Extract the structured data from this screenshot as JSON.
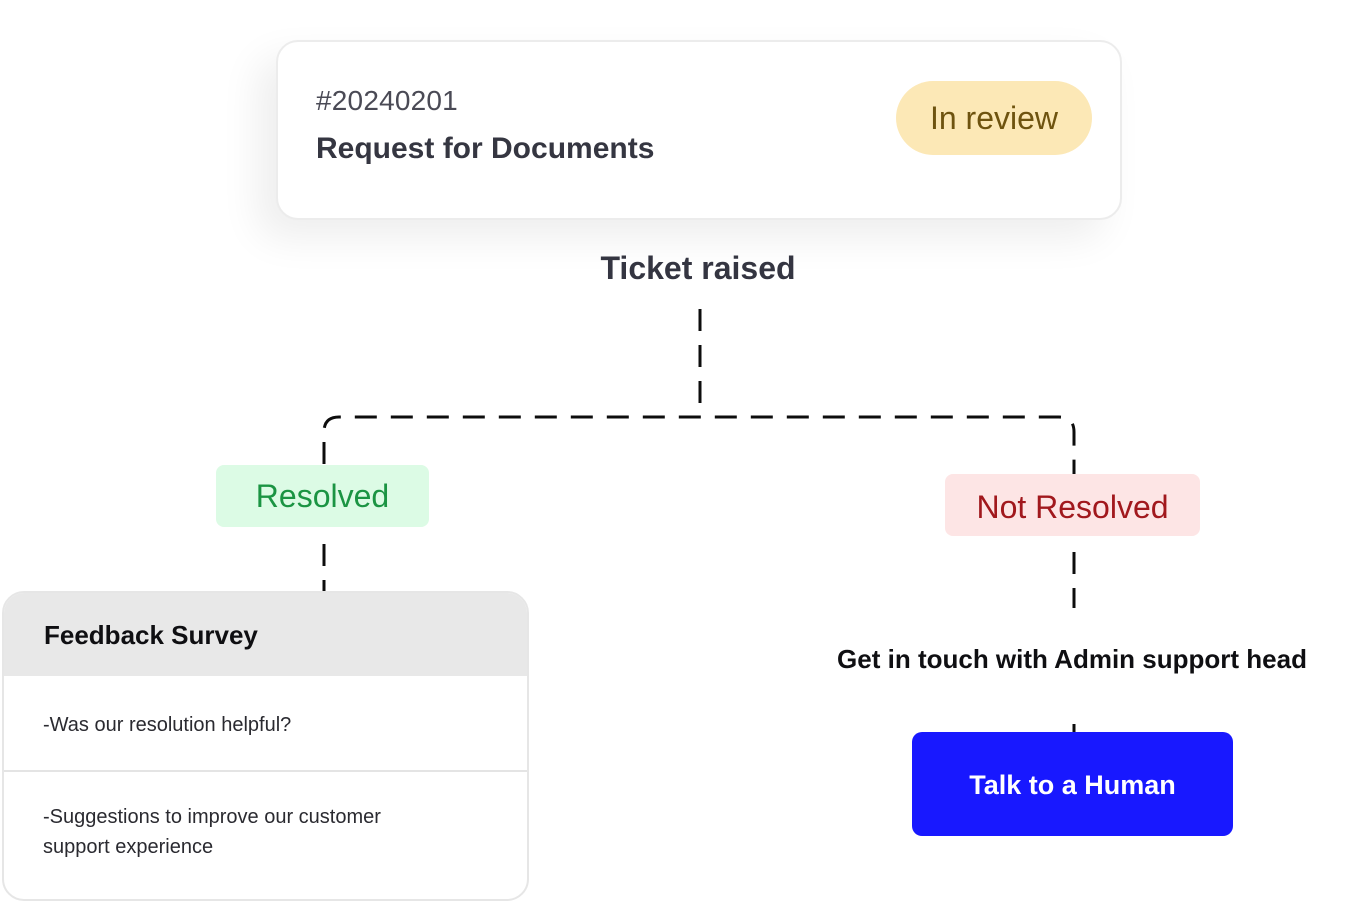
{
  "ticket": {
    "id": "#20240201",
    "title": "Request for Documents",
    "status": "In review"
  },
  "flow": {
    "step_label": "Ticket raised",
    "resolved_label": "Resolved",
    "not_resolved_label": "Not Resolved"
  },
  "feedback_survey": {
    "title": "Feedback Survey",
    "questions": [
      "-Was our resolution helpful?",
      "-Suggestions to improve our customer support experience"
    ]
  },
  "escalation": {
    "instruction": "Get in touch with Admin support head",
    "button_label": "Talk to a Human"
  },
  "colors": {
    "status_bg": "#fce8b6",
    "status_text": "#6e530f",
    "resolved_bg": "#dcfbe5",
    "resolved_text": "#1b9443",
    "not_resolved_bg": "#fde5e5",
    "not_resolved_text": "#a1181d",
    "button_bg": "#1818ff"
  }
}
